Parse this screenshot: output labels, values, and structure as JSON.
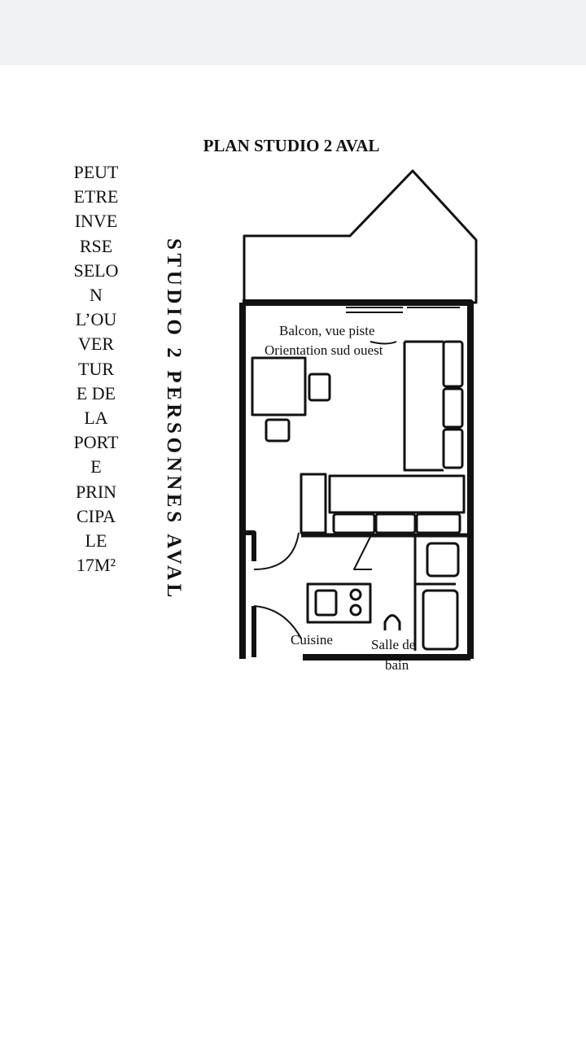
{
  "title": "PLAN STUDIO 2 AVAL",
  "side_note": [
    "PEUT",
    "ETRE",
    "INVE",
    "RSE",
    "SELO",
    "N",
    "L’OU",
    "VER",
    "TUR",
    "E DE",
    "LA",
    "PORT",
    "E",
    "PRIN",
    "CIPA",
    "LE",
    "17M²"
  ],
  "vertical_label": "STUDIO 2 PERSONNES AVAL",
  "plan_labels": {
    "balcony": "Balcon, vue piste",
    "orientation": "Orientation sud ouest",
    "kitchen": "Cuisine",
    "bathroom_line1": "Salle de",
    "bathroom_line2": "bain"
  }
}
